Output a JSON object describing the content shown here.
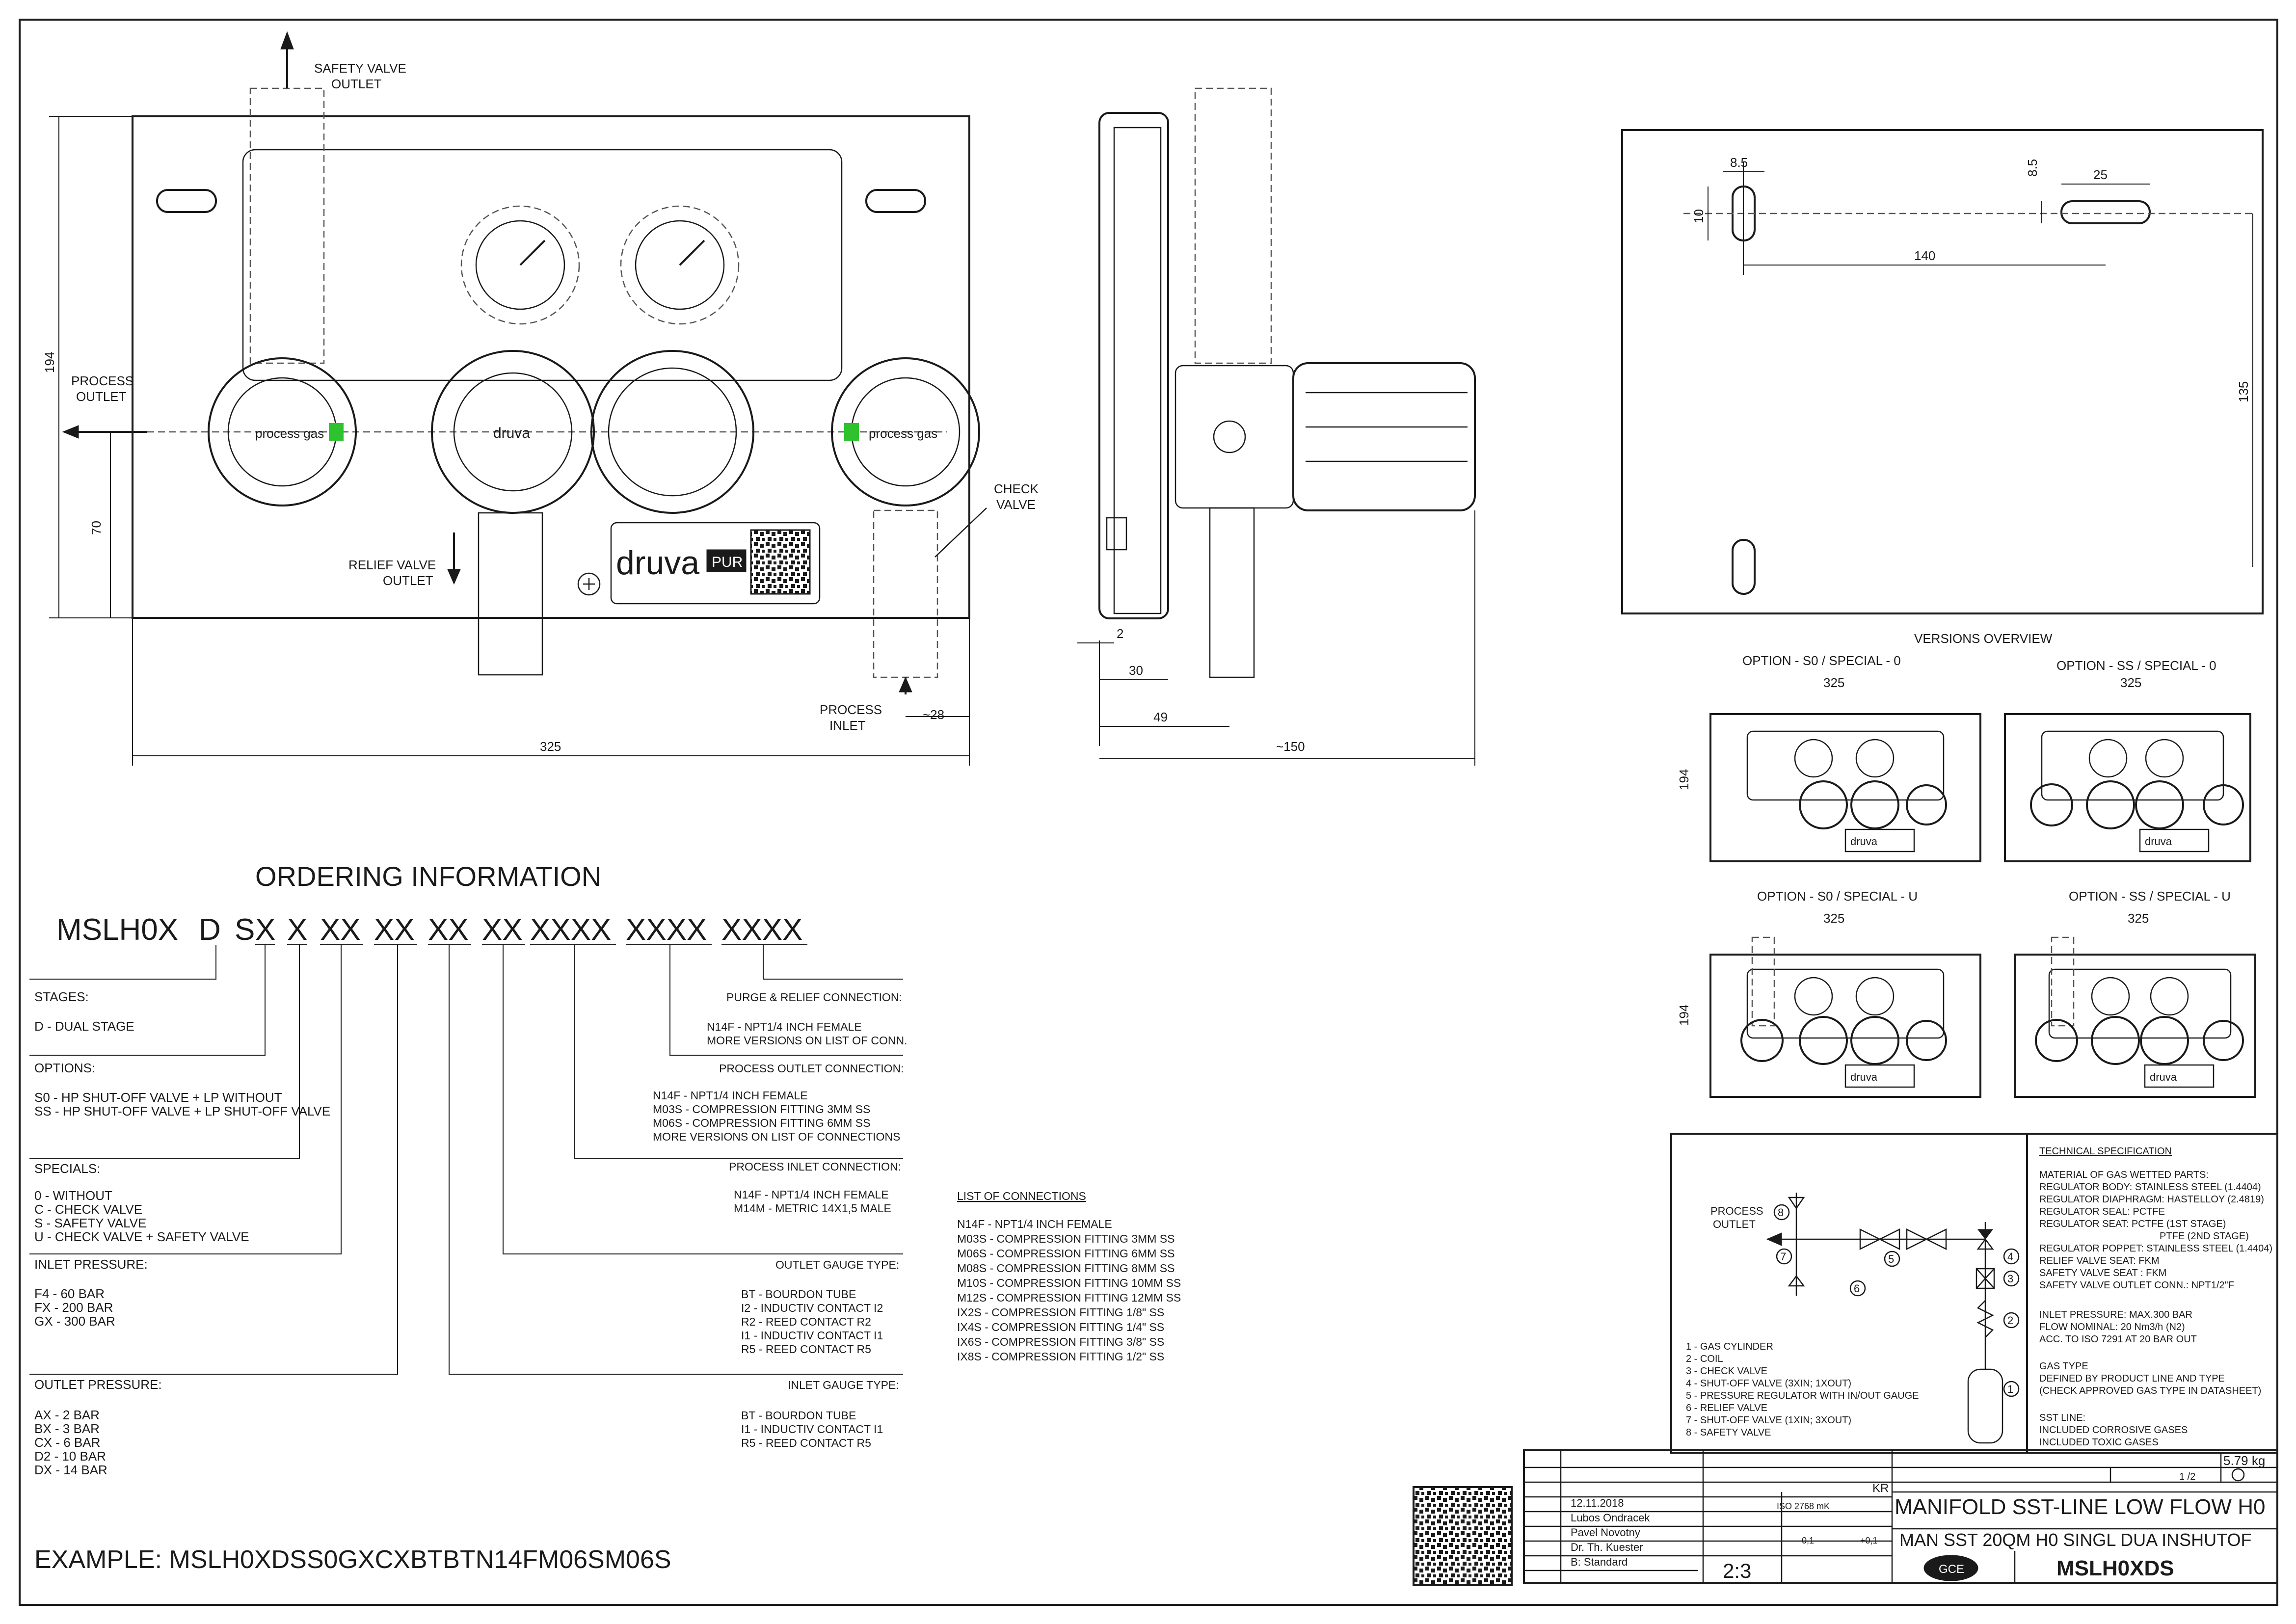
{
  "labels": {
    "safety_valve_outlet": [
      "SAFETY VALVE",
      "OUTLET"
    ],
    "process_outlet": [
      "PROCESS",
      "OUTLET"
    ],
    "relief_valve_outlet": [
      "RELIEF VALVE",
      "OUTLET"
    ],
    "check_valve": [
      "CHECK",
      "VALVE"
    ],
    "process_inlet": [
      "PROCESS",
      "INLET"
    ],
    "process_gas": "process gas",
    "brand_small": "druva",
    "brand_plate": "druva",
    "brand_pur": "PUR"
  },
  "dimensions": {
    "front_width": "325",
    "front_height": "194",
    "front_70": "70",
    "front_28": "~28",
    "side_2": "2",
    "side_30": "30",
    "side_49": "49",
    "side_150": "~150",
    "back_8_5a": "8.5",
    "back_8_5b": "8.5",
    "back_10": "10",
    "back_25": "25",
    "back_140": "140",
    "back_135": "135"
  },
  "versions": {
    "title": "VERSIONS OVERVIEW",
    "items": [
      {
        "label": "OPTION - S0 / SPECIAL - 0",
        "width": "325",
        "height": "194"
      },
      {
        "label": "OPTION - SS / SPECIAL - 0",
        "width": "325",
        "height": ""
      },
      {
        "label": "OPTION - S0 / SPECIAL - U",
        "width": "325",
        "height": "194"
      },
      {
        "label": "OPTION - SS / SPECIAL - U",
        "width": "325",
        "height": ""
      }
    ],
    "brand": "druva"
  },
  "ordering": {
    "title": "ORDERING INFORMATION",
    "code_parts": [
      "MSLH0X",
      "D",
      "S",
      "X",
      "X",
      "XX",
      "XX",
      "XX",
      "XX",
      "XXXX",
      "XXXX",
      "XXXX"
    ],
    "example": "EXAMPLE: MSLH0XDSS0GXCXBTBTN14FM06SM06S"
  },
  "left_groups": [
    {
      "title": "STAGES:",
      "items": [
        "D - DUAL STAGE"
      ]
    },
    {
      "title": "OPTIONS:",
      "items": [
        "S0 - HP SHUT-OFF VALVE + LP WITHOUT",
        "SS - HP SHUT-OFF VALVE + LP SHUT-OFF VALVE"
      ]
    },
    {
      "title": "SPECIALS:",
      "items": [
        "0 - WITHOUT",
        "C - CHECK VALVE",
        "S - SAFETY VALVE",
        "U - CHECK VALVE + SAFETY VALVE"
      ]
    },
    {
      "title": "INLET PRESSURE:",
      "items": [
        "F4 - 60 BAR",
        "FX - 200 BAR",
        "GX - 300 BAR"
      ]
    },
    {
      "title": "OUTLET PRESSURE:",
      "items": [
        "AX - 2 BAR",
        "BX - 3 BAR",
        "CX - 6 BAR",
        "D2 - 10 BAR",
        "DX - 14 BAR"
      ]
    }
  ],
  "right_groups": [
    {
      "title": "PURGE & RELIEF CONNECTION:",
      "items": [
        "N14F - NPT1/4 INCH FEMALE",
        "MORE VERSIONS ON LIST OF CONN."
      ]
    },
    {
      "title": "PROCESS OUTLET CONNECTION:",
      "items": [
        "N14F - NPT1/4 INCH FEMALE",
        "M03S - COMPRESSION FITTING 3MM SS",
        "M06S - COMPRESSION FITTING 6MM SS",
        "MORE VERSIONS ON LIST OF CONNECTIONS"
      ]
    },
    {
      "title": "PROCESS INLET CONNECTION:",
      "items": [
        "N14F - NPT1/4 INCH FEMALE",
        "M14M - METRIC 14X1,5 MALE"
      ]
    },
    {
      "title": "OUTLET GAUGE TYPE:",
      "items": [
        "BT - BOURDON TUBE",
        "I2 - INDUCTIV CONTACT I2",
        "R2 - REED CONTACT R2",
        "I1 - INDUCTIV CONTACT I1",
        "R5 - REED CONTACT R5"
      ]
    },
    {
      "title": "INLET GAUGE TYPE:",
      "items": [
        "BT - BOURDON TUBE",
        "I1 - INDUCTIV CONTACT I1",
        "R5 - REED CONTACT R5"
      ]
    }
  ],
  "connections": {
    "title": "LIST OF CONNECTIONS",
    "items": [
      "N14F - NPT1/4 INCH FEMALE",
      "M03S - COMPRESSION FITTING 3MM SS",
      "M06S - COMPRESSION FITTING 6MM SS",
      "M08S - COMPRESSION FITTING 8MM SS",
      "M10S - COMPRESSION FITTING 10MM SS",
      "M12S - COMPRESSION FITTING 12MM SS",
      "IX2S - COMPRESSION FITTING 1/8\" SS",
      "IX4S - COMPRESSION FITTING 1/4\" SS",
      "IX6S - COMPRESSION FITTING 3/8\" SS",
      "IX8S - COMPRESSION FITTING 1/2\" SS"
    ]
  },
  "schematic": {
    "process_outlet": [
      "PROCESS",
      "OUTLET"
    ],
    "numbers": [
      "1",
      "2",
      "3",
      "4",
      "5",
      "6",
      "7",
      "8"
    ],
    "legend": [
      "1 - GAS CYLINDER",
      "2 - COIL",
      "3 - CHECK VALVE",
      "4 - SHUT-OFF VALVE (3XIN; 1XOUT)",
      "5 - PRESSURE REGULATOR WITH IN/OUT GAUGE",
      "6 - RELIEF VALVE",
      "7 - SHUT-OFF VALVE (1XIN; 3XOUT)",
      "8 - SAFETY VALVE"
    ]
  },
  "tech_spec": {
    "title": "TECHNICAL SPECIFICATION",
    "lines": [
      "MATERIAL OF GAS WETTED PARTS:",
      "REGULATOR BODY: STAINLESS STEEL (1.4404)",
      "REGULATOR DIAPHRAGM: HASTELLOY (2.4819)",
      "REGULATOR SEAL: PCTFE",
      "REGULATOR SEAT: PCTFE (1ST STAGE)",
      "PTFE (2ND STAGE)",
      "REGULATOR POPPET: STAINLESS STEEL (1.4404)",
      "RELIEF VALVE SEAT: FKM",
      "SAFETY VALVE SEAT : FKM",
      "SAFETY VALVE  OUTLET CONN.: NPT1/2\"F",
      "",
      "INLET PRESSURE: MAX.300 BAR",
      "FLOW NOMINAL: 20 Nm3/h (N2)",
      "ACC. TO ISO 7291 AT 20 BAR OUT",
      "",
      "GAS TYPE",
      "DEFINED BY PRODUCT LINE AND TYPE",
      "(CHECK APPROVED GAS TYPE IN DATASHEET)",
      "",
      "SST LINE:",
      "INCLUDED CORROSIVE GASES",
      "INCLUDED TOXIC GASES"
    ]
  },
  "title_block": {
    "date": "12.11.2018",
    "author": "Lubos Ondracek",
    "checked": "Pavel Novotny",
    "approved": "Dr. Th. Kuester",
    "standard": "B: Standard",
    "scale": "2:3",
    "weight": "5.79 kg",
    "sheet": "1 /2",
    "kr": "KR",
    "iso": "ISO 2768 mK",
    "title1": "MANIFOLD SST-LINE LOW FLOW H0",
    "title2": "MAN SST 20QM H0 SINGL DUA INSHUTOF",
    "part_no": "MSLH0XDS",
    "logo": "GCE",
    "tol_neg": "-0,1",
    "tol_pos": "+0,1"
  }
}
